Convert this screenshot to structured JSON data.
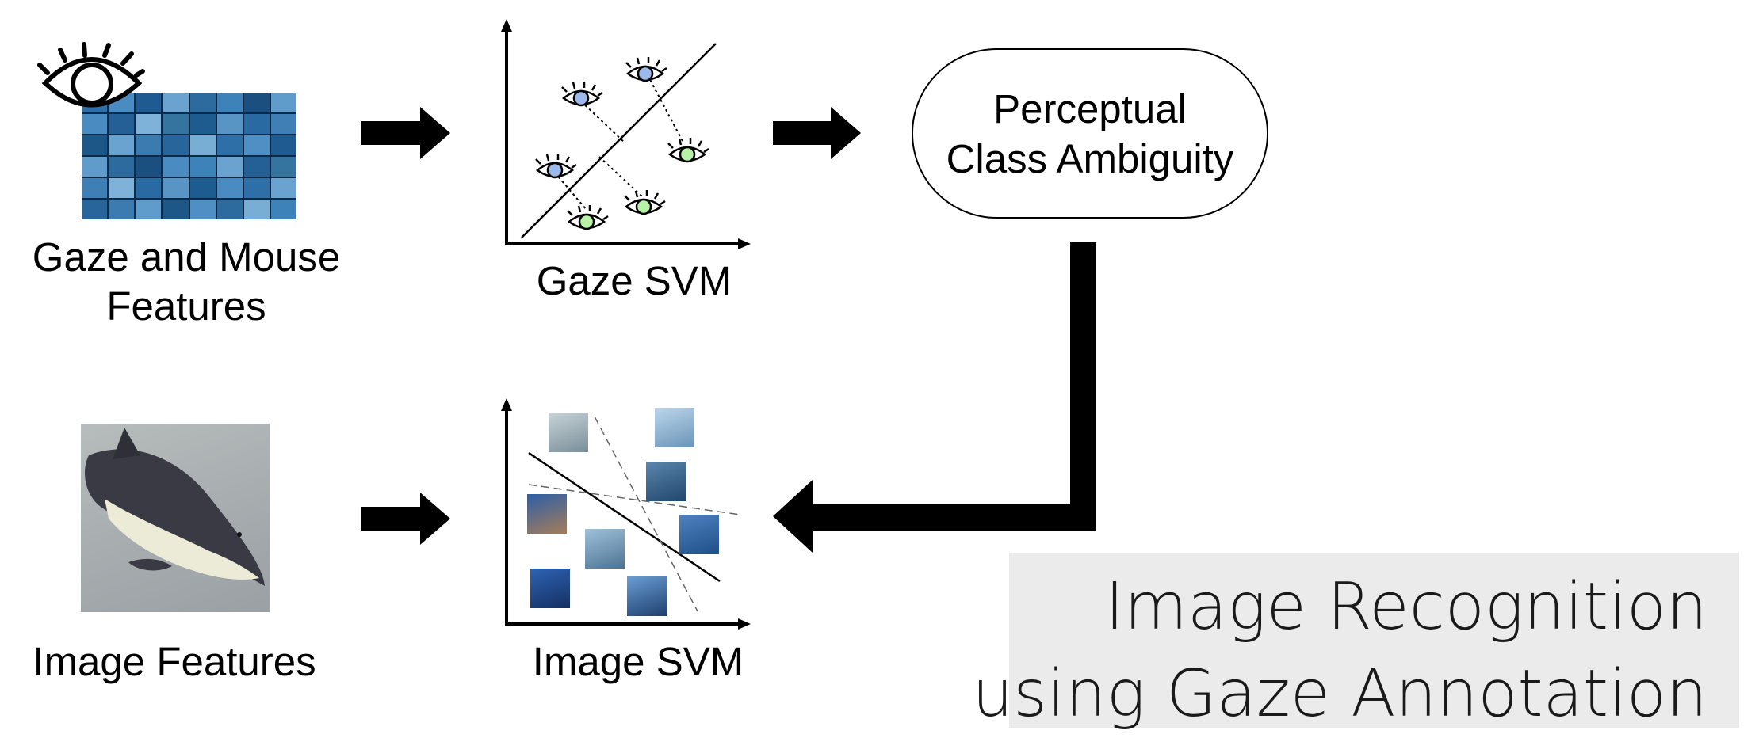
{
  "labels": {
    "gaze_features_line1": "Gaze and Mouse",
    "gaze_features_line2": "Features",
    "gaze_svm": "Gaze SVM",
    "ambiguity_line1": "Perceptual",
    "ambiguity_line2": "Class Ambiguity",
    "image_features": "Image Features",
    "image_svm": "Image SVM"
  },
  "title": {
    "line1": "Image Recognition",
    "line2": "using Gaze Annotation"
  },
  "colors": {
    "class_a_eye": "#9db8ea",
    "class_b_eye": "#b8f2a6",
    "title_background": "#ebebeb"
  }
}
